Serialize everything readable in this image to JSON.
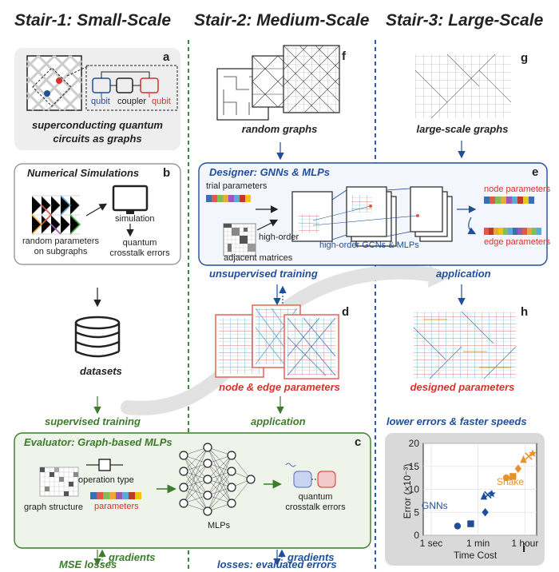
{
  "columns": {
    "stair1": "Stair-1: Small-Scale",
    "stair2": "Stair-2: Medium-Scale",
    "stair3": "Stair-3: Large-Scale"
  },
  "panel_a": {
    "letter": "a",
    "qubit_left": "qubit",
    "coupler": "coupler",
    "qubit_right": "qubit",
    "caption_line1": "superconducting quantum",
    "caption_line2": "circuits as graphs"
  },
  "panel_b": {
    "letter": "b",
    "title": "Numerical Simulations",
    "simulation": "simulation",
    "random_params_line1": "random parameters",
    "random_params_line2": "on subgraphs",
    "crosstalk_line1": "quantum",
    "crosstalk_line2": "crosstalk errors"
  },
  "datasets": "datasets",
  "supervised_training": "supervised training",
  "panel_c": {
    "letter": "c",
    "title": "Evaluator: Graph-based MLPs",
    "operation_type": "operation type",
    "graph_structure": "graph structure",
    "parameters": "parameters",
    "mlps": "MLPs",
    "crosstalk_line1": "quantum",
    "crosstalk_line2": "crosstalk errors"
  },
  "gradients_left": "gradients",
  "mse_losses": "MSE losses",
  "panel_f": {
    "letter": "f",
    "caption": "random graphs"
  },
  "panel_e": {
    "letter": "e",
    "title": "Designer: GNNs & MLPs",
    "trial_parameters": "trial parameters",
    "high_order_line1": "high-order",
    "high_order_line2": "adjacent matrices",
    "gcns": "high-order GCNs & MLPs",
    "node_parameters": "node parameters",
    "edge_parameters": "edge parameters"
  },
  "unsupervised_training": "unsupervised training",
  "application_top": "application",
  "panel_d": {
    "letter": "d",
    "caption": "node & edge parameters"
  },
  "application_mid": "application",
  "gradients_mid": "gradients",
  "losses_evaluated": "losses: evaluated errors",
  "panel_g": {
    "letter": "g",
    "caption": "large-scale graphs"
  },
  "panel_h": {
    "letter": "h",
    "caption": "designed parameters"
  },
  "lower_errors": "lower errors & faster speeds",
  "panel_i": {
    "letter": "i"
  },
  "colors": {
    "blue": "#1f4e9c",
    "green": "#3c7a2c",
    "red": "#d6322a",
    "orange": "#e6932e",
    "divider_green": "#3c8a3c",
    "divider_blue": "#2f5aa8"
  },
  "chart_data": {
    "type": "scatter",
    "xlabel": "Time Cost",
    "ylabel": "Error (×10⁻³)",
    "ylim": [
      0,
      20
    ],
    "yticks": [
      0,
      5,
      10,
      15,
      20
    ],
    "xticks": [
      "1 sec",
      "1 min",
      "1 hour"
    ],
    "x_scale": "log",
    "xlim": [
      -0.3,
      4.0
    ],
    "annotations": [
      "GNNs",
      "Snake"
    ],
    "series": [
      {
        "name": "GNNs",
        "color": "#1f4e9c",
        "points": [
          {
            "x": 1.0,
            "y": 2.0,
            "marker": "circle"
          },
          {
            "x": 1.5,
            "y": 2.5,
            "marker": "square"
          },
          {
            "x": 2.05,
            "y": 5.0,
            "marker": "diamond"
          },
          {
            "x": 2.0,
            "y": 8.5,
            "marker": "triangle"
          },
          {
            "x": 2.15,
            "y": 8.8,
            "marker": "x"
          },
          {
            "x": 2.3,
            "y": 9.0,
            "marker": "star"
          }
        ]
      },
      {
        "name": "Snake",
        "color": "#e6932e",
        "points": [
          {
            "x": 2.85,
            "y": 12.5,
            "marker": "circle"
          },
          {
            "x": 3.1,
            "y": 12.8,
            "marker": "square"
          },
          {
            "x": 3.3,
            "y": 14.5,
            "marker": "diamond"
          },
          {
            "x": 3.5,
            "y": 16.5,
            "marker": "triangle"
          },
          {
            "x": 3.7,
            "y": 17.2,
            "marker": "x"
          },
          {
            "x": 3.85,
            "y": 17.8,
            "marker": "star"
          }
        ]
      }
    ]
  }
}
